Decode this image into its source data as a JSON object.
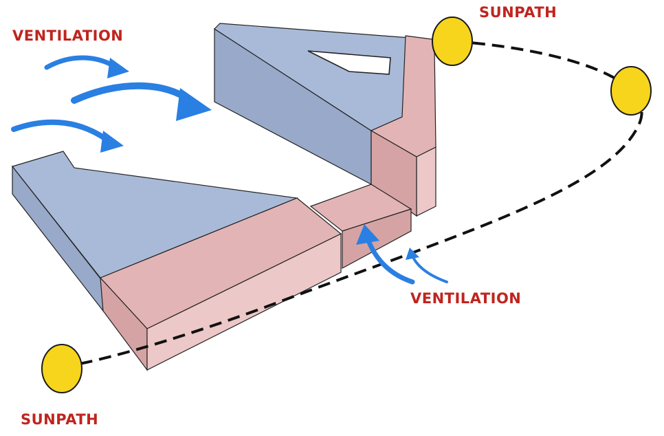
{
  "labels": {
    "ventilation_top": "VENTILATION",
    "sunpath_top": "SUNPATH",
    "ventilation_bottom": "VENTILATION",
    "sunpath_bottom": "SUNPATH"
  },
  "colors": {
    "label_text": "#c0241e",
    "cool_face": "#a9bad8",
    "cool_face_dark": "#98a9c9",
    "warm_face": "#e3b4b5",
    "warm_face_dark": "#d6a3a4",
    "warm_face_light": "#edc8c8",
    "sun_fill": "#f7d51d",
    "sun_stroke": "#1a1a1a",
    "arrow": "#2a7fe2",
    "path_stroke": "#111111"
  },
  "icons": {
    "sun": "sun-icon",
    "airflow": "airflow-arrow-icon"
  }
}
